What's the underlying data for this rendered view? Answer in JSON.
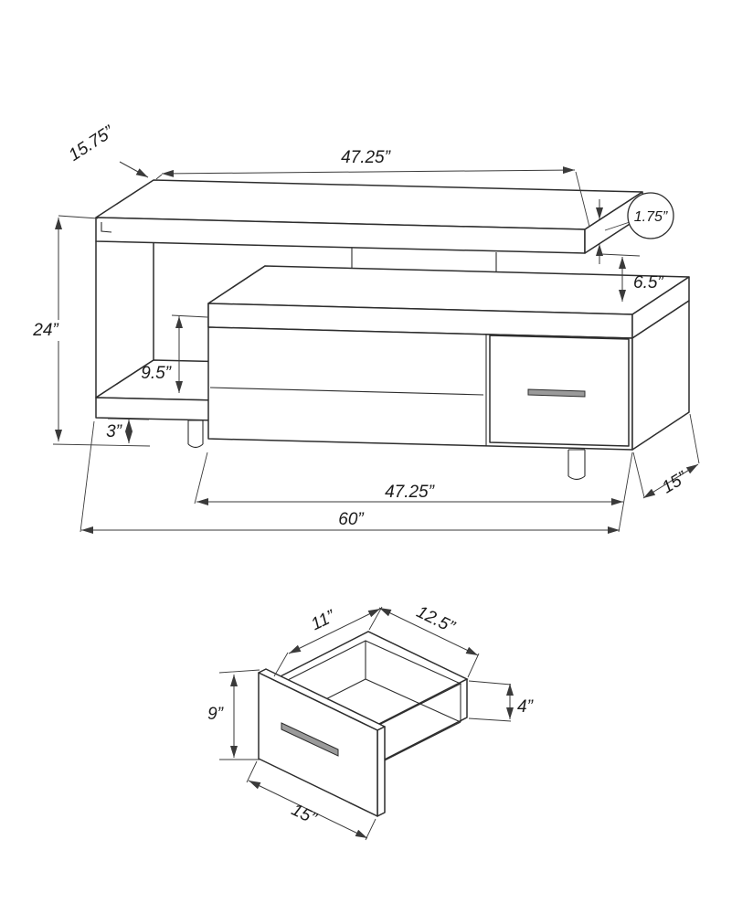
{
  "diagram": {
    "title": "tv-stand-dimension-drawing",
    "console": {
      "dims": {
        "top_depth": "15.75”",
        "top_length": "47.25”",
        "top_thickness": "1.75”",
        "shelf_gap": "6.5”",
        "overall_height": "24”",
        "opening_height": "9.5”",
        "leg_height": "3”",
        "lower_length": "47.25”",
        "lower_depth": "15”",
        "overall_length": "60”"
      }
    },
    "drawer": {
      "dims": {
        "depth": "11”",
        "inner_width": "12.5”",
        "front_height": "9”",
        "side_height": "4”",
        "front_width": "15”"
      }
    },
    "colors": {
      "line": "#2d2d2d",
      "dimension": "#3a3a3a",
      "handle": "#9a9a9a"
    }
  }
}
